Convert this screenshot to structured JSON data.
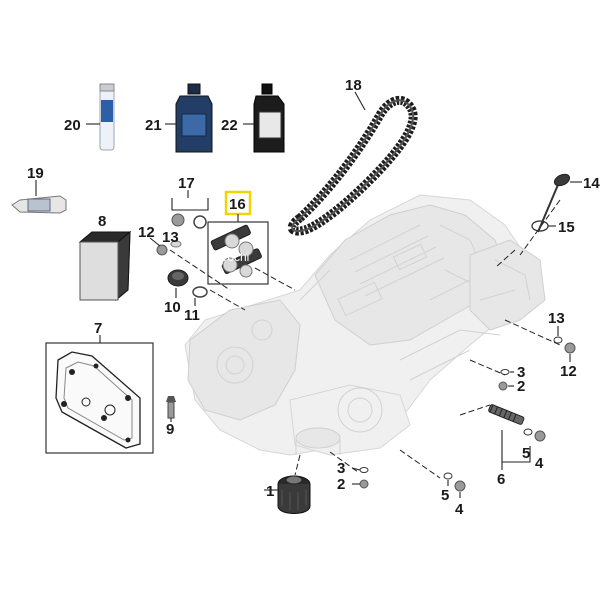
{
  "diagram": {
    "callouts": [
      "1",
      "2",
      "3",
      "4",
      "5",
      "6",
      "7",
      "8",
      "9",
      "10",
      "11",
      "12",
      "13",
      "14",
      "15",
      "16",
      "17",
      "18",
      "19",
      "20",
      "21",
      "22"
    ],
    "repeat_callouts": [
      "2",
      "3",
      "4",
      "5",
      "12",
      "13"
    ],
    "highlighted_callout": "16",
    "highlight_color": "#f2d400",
    "watermark": "hirochi"
  }
}
